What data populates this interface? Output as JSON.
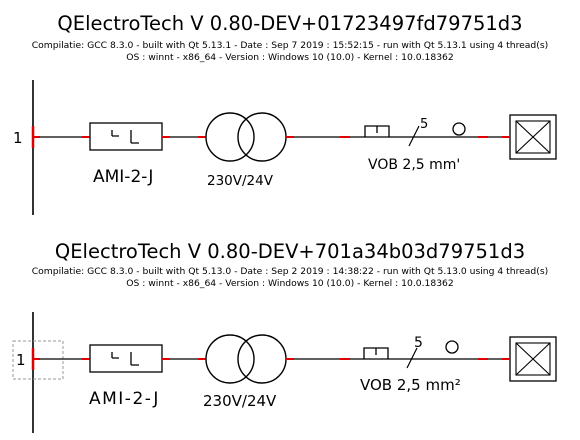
{
  "panels": [
    {
      "title": "QElectroTech V 0.80-DEV+01723497fd79751d3",
      "info_line1": "Compilatie: GCC 8.3.0 - built with Qt 5.13.1 - Date : Sep 7 2019 : 15:52:15 - run with Qt 5.13.1 using 4 thread(s)",
      "info_line2": "OS : winnt - x86_64 - Version : Windows 10 (10.0) - Kernel : 10.0.18362",
      "terminal_label": "1",
      "breaker_label": "AMI-2-J",
      "transformer_label": "230V/24V",
      "cable_count": "5",
      "cable_label": "VOB 2,5 mm'"
    },
    {
      "title": "QElectroTech V 0.80-DEV+701a34b03d79751d3",
      "info_line1": "Compilatie: GCC 8.3.0 - built with Qt 5.13.0 - Date : Sep 2 2019 : 14:38:22 - run with Qt 5.13.0 using 4 thread(s)",
      "info_line2": "OS : winnt - x86_64 - Version : Windows 10 (10.0) - Kernel : 10.0.18362",
      "terminal_label": "1",
      "breaker_label": "AMI-2-J",
      "transformer_label": "230V/24V",
      "cable_count": "5",
      "cable_label": "VOB 2,5 mm²"
    }
  ],
  "colors": {
    "wire": "#000000",
    "terminal_marker": "#e00000",
    "selection_box": "#9a9a9a"
  }
}
